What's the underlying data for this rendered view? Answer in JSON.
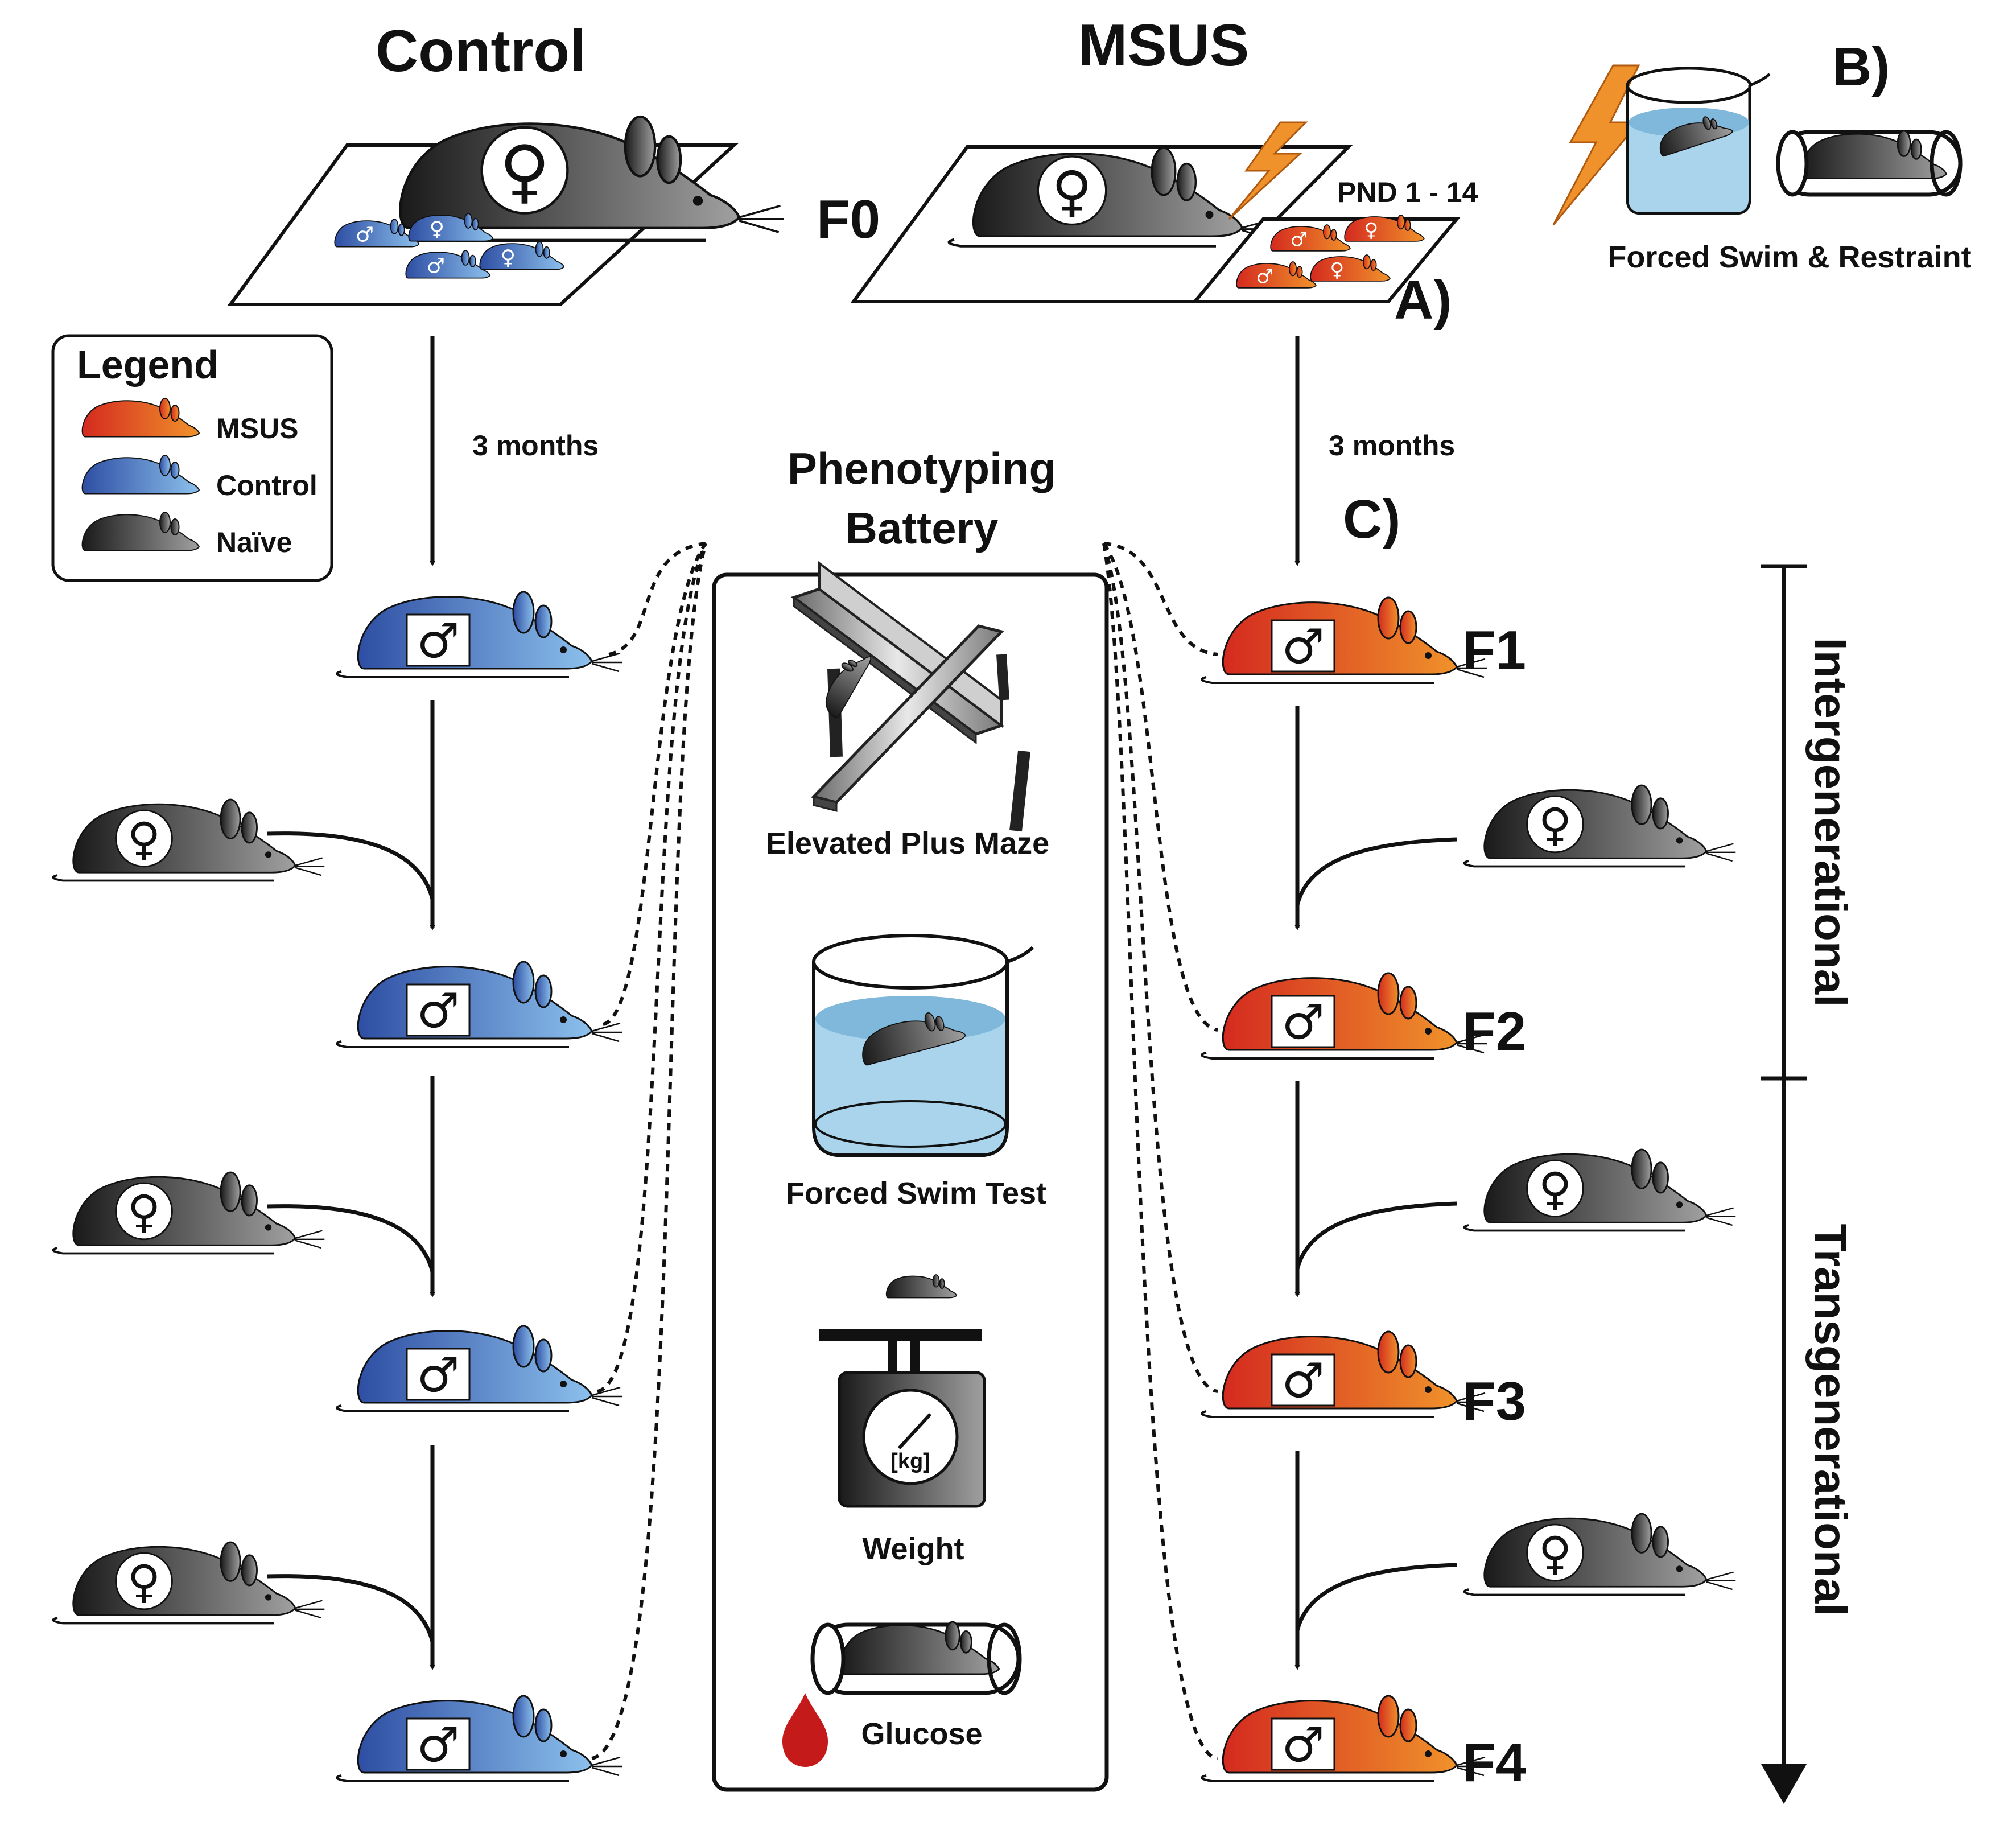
{
  "headers": {
    "control": "Control",
    "msus": "MSUS"
  },
  "generations": {
    "f0": "F0",
    "f1": "F1",
    "f2": "F2",
    "f3": "F3",
    "f4": "F4"
  },
  "timing": {
    "left": "3 months",
    "right": "3 months",
    "pnd": "PND 1 - 14"
  },
  "panels": {
    "a": "A)",
    "b": "B)",
    "c": "C)",
    "b_caption": "Forced Swim & Restraint"
  },
  "legend": {
    "title": "Legend",
    "items": [
      {
        "label": "MSUS",
        "color_from": "#d42a1f",
        "color_to": "#f0922b"
      },
      {
        "label": "Control",
        "color_from": "#2e4ea3",
        "color_to": "#7fb6e6"
      },
      {
        "label": "Naïve",
        "color_from": "#1a1a1a",
        "color_to": "#9a9a9a"
      }
    ]
  },
  "battery": {
    "title_line1": "Phenotyping",
    "title_line2": "Battery",
    "tests": [
      {
        "label": "Elevated Plus Maze"
      },
      {
        "label": "Forced Swim Test"
      },
      {
        "label": "Weight",
        "unit": "[kg]"
      },
      {
        "label": "Glucose"
      }
    ]
  },
  "timeline": {
    "upper": "Intergenerational",
    "lower": "Transgenerational"
  },
  "symbols": {
    "female": "♀",
    "male": "♂"
  },
  "colors": {
    "msus_from": "#d42a1f",
    "msus_to": "#f0922b",
    "control_from": "#2e4ea3",
    "control_to": "#7fb6e6",
    "naive_from": "#1a1a1a",
    "naive_to": "#9a9a9a",
    "water": "#a9d4ec",
    "bolt": "#f0922b",
    "blood": "#c41a1a"
  }
}
